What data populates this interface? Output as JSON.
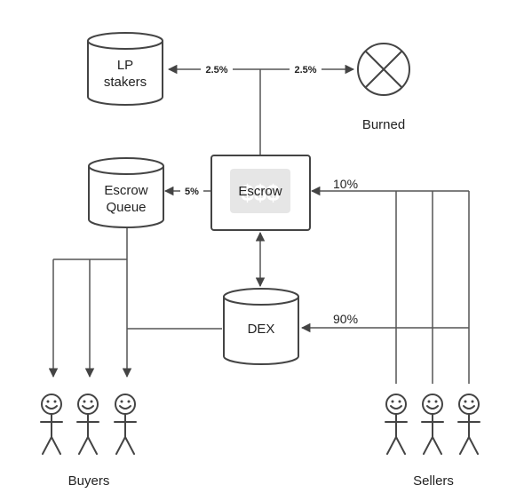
{
  "nodes": {
    "lp_stakers": [
      "LP",
      "stakers"
    ],
    "burned": "Burned",
    "escrow_queue": [
      "Escrow",
      "Queue"
    ],
    "escrow": "Escrow",
    "dex": "DEX",
    "buyers": "Buyers",
    "sellers": "Sellers"
  },
  "percentages": {
    "to_lp_stakers": "2.5%",
    "to_burned": "2.5%",
    "to_escrow_queue": "5%",
    "sellers_to_escrow": "10%",
    "sellers_to_dex": "90%"
  },
  "colors": {
    "line": "#555555",
    "shape_stroke": "#444444",
    "escrow_inner": "#e6e6e6"
  }
}
